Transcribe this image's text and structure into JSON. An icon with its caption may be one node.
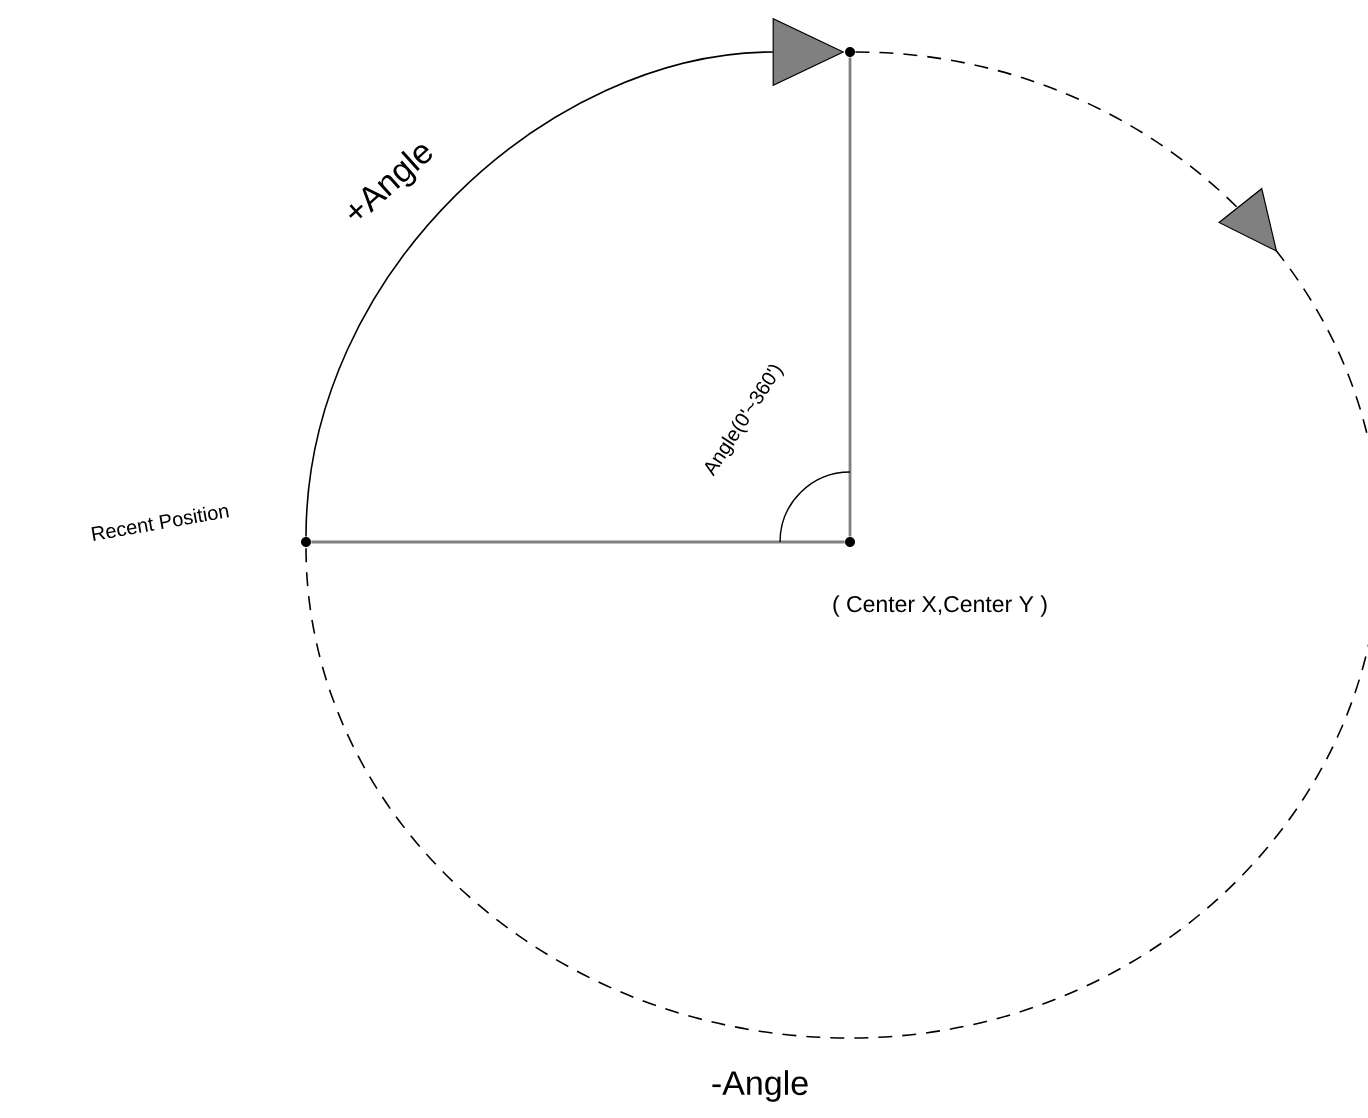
{
  "diagram": {
    "nodes": [
      {
        "text": [],
        "shape": "circle",
        "beside": [
          "Recent Position"
        ]
      },
      {
        "text": [],
        "shape": "circle"
      },
      {
        "text": [],
        "shape": "circle",
        "beside": [
          "( Center X,Center Y )"
        ]
      }
    ],
    "edges": [
      {
        "from": 0,
        "to": 1,
        "arrow": "to",
        "label": "+Angle"
      },
      {
        "from": 1,
        "to": 0,
        "arrow": "to",
        "style": "dashed",
        "label": "-Angle"
      },
      {
        "from": 2,
        "to": 0,
        "arrow": "none",
        "color": "#808080"
      },
      {
        "from": 2,
        "to": 1,
        "arrow": "none",
        "color": "#808080"
      }
    ],
    "labels": [
      "Angle(0'~360')"
    ]
  }
}
